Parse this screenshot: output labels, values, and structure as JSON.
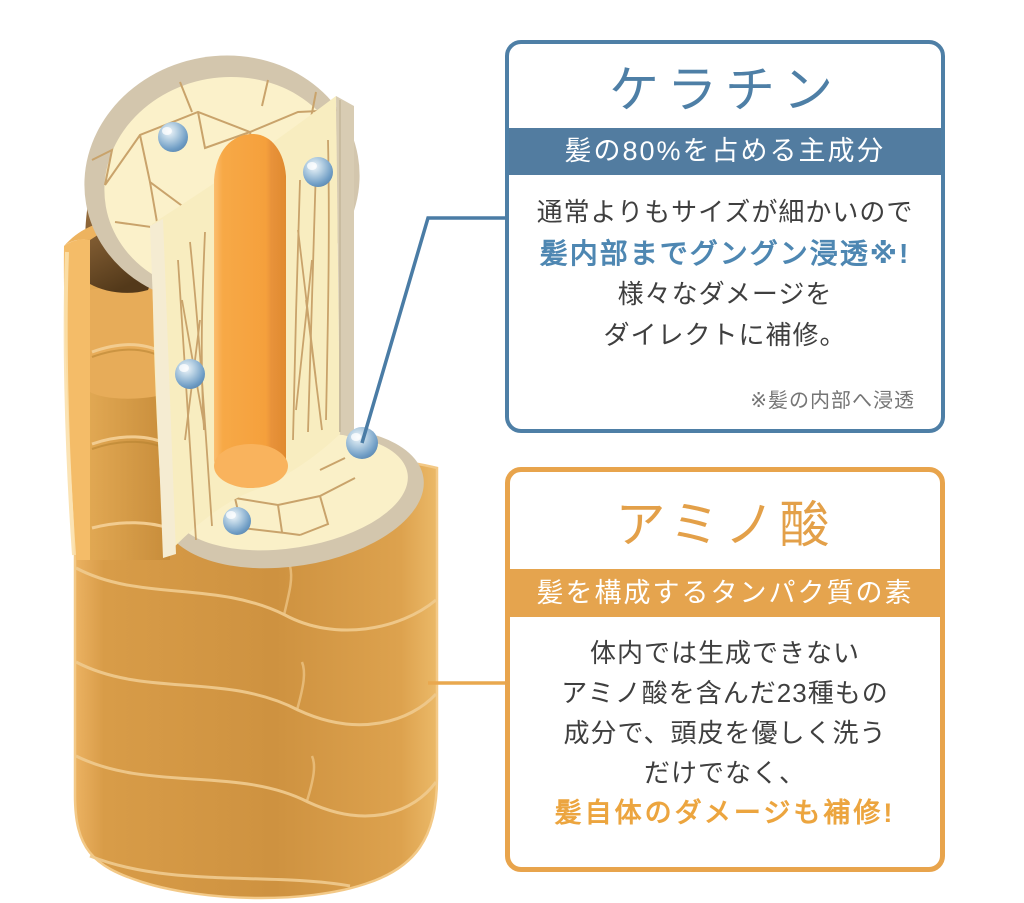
{
  "keratin": {
    "title": "ケラチン",
    "banner": "髪の80%を占める主成分",
    "lines": [
      "通常よりもサイズが細かいので",
      "髪内部までグングン浸透※!",
      "様々なダメージを",
      "ダイレクトに補修。"
    ],
    "footnote": "※髪の内部へ浸透",
    "accent_color": "#4E7FA6",
    "banner_color": "#527CA0",
    "emphasis_color": "#4E87B2"
  },
  "amino": {
    "title": "アミノ酸",
    "banner": "髪を構成するタンパク質の素",
    "lines": [
      "体内では生成できない",
      "アミノ酸を含んだ23種もの",
      "成分で、頭皮を優しく洗う",
      "だけでなく、",
      "髪自体のダメージも補修!"
    ],
    "accent_color": "#E8A44C",
    "banner_color": "#E5A44E",
    "emphasis_color": "#ECA53F"
  },
  "illustration": {
    "subject": "hair-strand-cross-section",
    "parts": {
      "cuticle": "hair-cuticle-scales",
      "cortex": "hair-cortex-mesh",
      "medulla": "hair-medulla-column",
      "particles": "keratin-particle-spheres"
    },
    "colors": {
      "cuticle_tan": "#D09442",
      "cortex_cream": "#FAF0C8",
      "mesh_line": "#C9A36B",
      "medulla_orange": "#F7A947",
      "rim_beige": "#D3C6AD",
      "particle_blue": "#6F9DC5",
      "connector_blue": "#4A7CA5",
      "connector_orange": "#E9A84F",
      "text_dark": "#3F3F3F",
      "text_gray": "#757575"
    }
  }
}
